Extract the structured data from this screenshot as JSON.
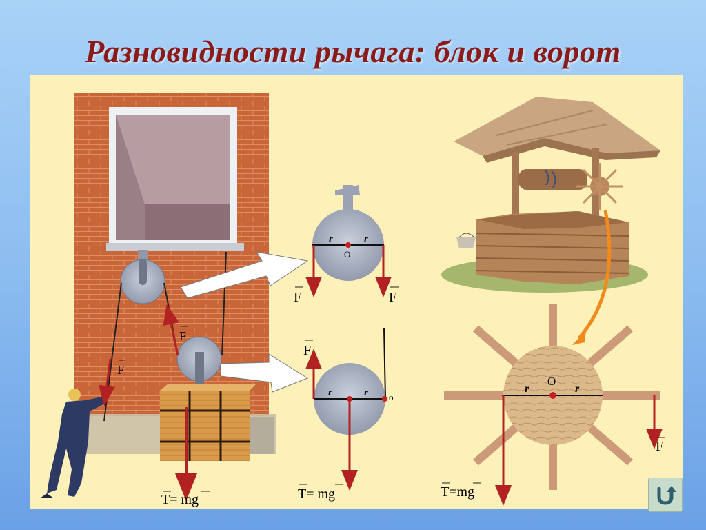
{
  "slide": {
    "title": "Разновидности рычага: блок и ворот"
  },
  "labels": {
    "F": "F",
    "r": "r",
    "O": "O",
    "o": "o",
    "T_mg": "T= mg",
    "T_mg_right": "T=mg"
  },
  "navigation": {
    "return_icon": "u-turn-arrow-icon"
  },
  "colors": {
    "title": "#8b1a1a",
    "force_arrow": "#b22222",
    "panel": "#fdf0b9",
    "brick": "#c96a3c",
    "pulley": "#a9b0bf",
    "orange_arrow": "#f08a1c"
  }
}
